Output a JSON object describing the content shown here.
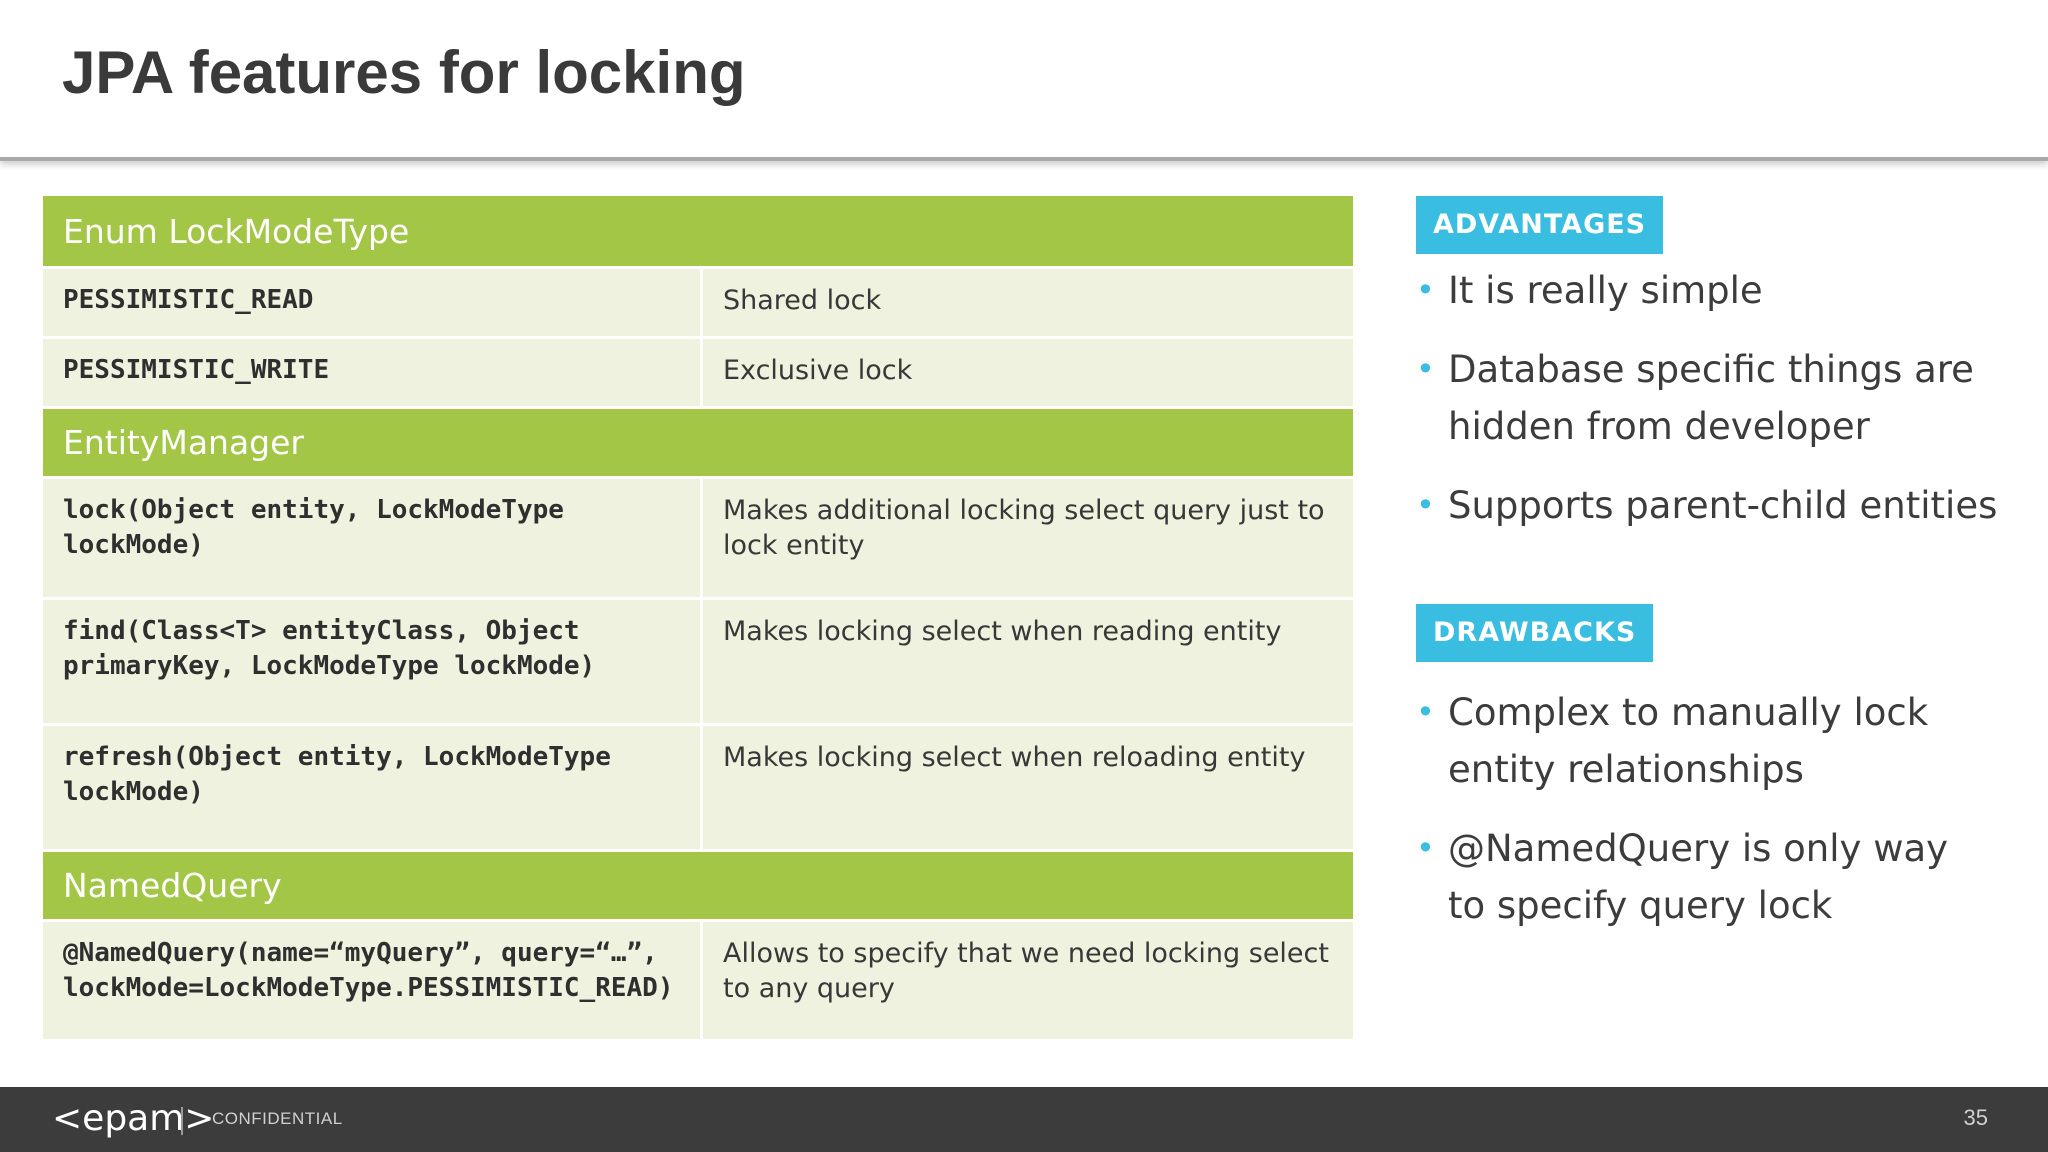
{
  "slide": {
    "title": "JPA features for locking"
  },
  "table": {
    "sections": [
      {
        "heading": "Enum LockModeType",
        "rows": [
          {
            "code": "PESSIMISTIC_READ",
            "desc": "Shared lock"
          },
          {
            "code": "PESSIMISTIC_WRITE",
            "desc": "Exclusive lock"
          }
        ]
      },
      {
        "heading": "EntityManager",
        "rows": [
          {
            "code": "lock(Object entity, LockModeType lockMode)",
            "desc": "Makes additional locking select query just to lock entity"
          },
          {
            "code": "find(Class<T> entityClass, Object primaryKey, LockModeType lockMode)",
            "desc": "Makes locking select when reading entity"
          },
          {
            "code": "refresh(Object entity, LockModeType lockMode)",
            "desc": "Makes locking select when reloading entity"
          }
        ]
      },
      {
        "heading": "NamedQuery",
        "rows": [
          {
            "code": "@NamedQuery(name=“myQuery”, query=“…”, lockMode=LockModeType.PESSIMISTIC_READ)",
            "desc": "Allows to specify that we need locking select to any query"
          }
        ]
      }
    ]
  },
  "advantages": {
    "label": "ADVANTAGES",
    "items": [
      "It is really simple",
      "Database specific things are hidden from developer",
      "Supports parent-child entities"
    ]
  },
  "drawbacks": {
    "label": "DRAWBACKS",
    "items": [
      "Complex to manually lock entity relationships",
      "@NamedQuery is only way to specify query lock"
    ]
  },
  "footer": {
    "logo": "<epam>",
    "confidential": "CONFIDENTIAL",
    "page_number": "35"
  },
  "colors": {
    "section_header": "#a3c646",
    "row_background": "#eef2de",
    "badge": "#39bde0",
    "footer": "#3c3c3c"
  }
}
